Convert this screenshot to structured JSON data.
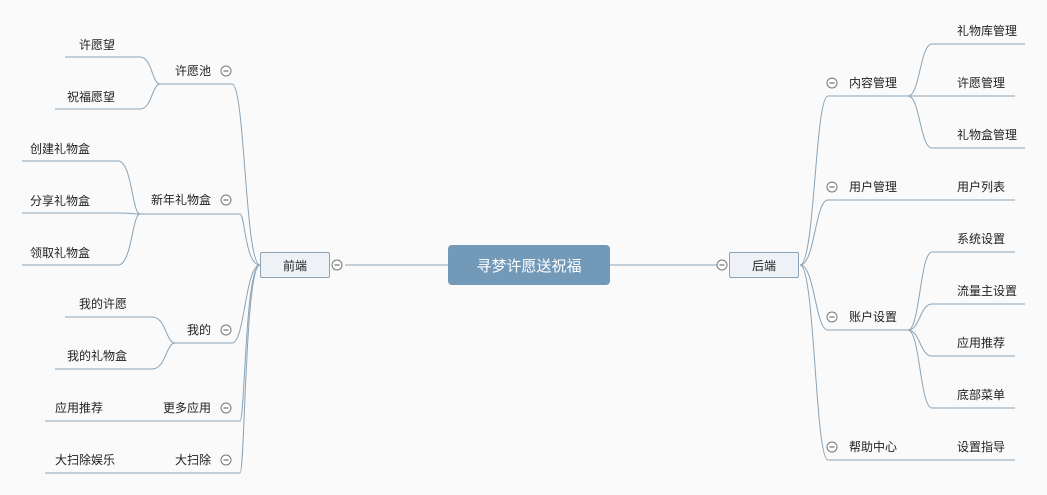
{
  "root": "寻梦许愿送祝福",
  "frontend": {
    "label": "前端",
    "wish_pool": {
      "label": "许愿池",
      "children": [
        "许愿望",
        "祝福愿望"
      ]
    },
    "new_year_gift_box": {
      "label": "新年礼物盒",
      "children": [
        "创建礼物盒",
        "分享礼物盒",
        "领取礼物盒"
      ]
    },
    "mine": {
      "label": "我的",
      "children": [
        "我的许愿",
        "我的礼物盒"
      ]
    },
    "more_apps": {
      "label": "更多应用",
      "children": [
        "应用推荐"
      ]
    },
    "big_sweep": {
      "label": "大扫除",
      "children": [
        "大扫除娱乐"
      ]
    }
  },
  "backend": {
    "label": "后端",
    "content_mgmt": {
      "label": "内容管理",
      "children": [
        "礼物库管理",
        "许愿管理",
        "礼物盒管理"
      ]
    },
    "user_mgmt": {
      "label": "用户管理",
      "children": [
        "用户列表"
      ]
    },
    "account_settings": {
      "label": "账户设置",
      "children": [
        "系统设置",
        "流量主设置",
        "应用推荐",
        "底部菜单"
      ]
    },
    "help_center": {
      "label": "帮助中心",
      "children": [
        "设置指导"
      ]
    }
  },
  "colors": {
    "root_fill": "#7399b8",
    "link": "#8aa3b6",
    "branch_box": "#eef2f6"
  }
}
